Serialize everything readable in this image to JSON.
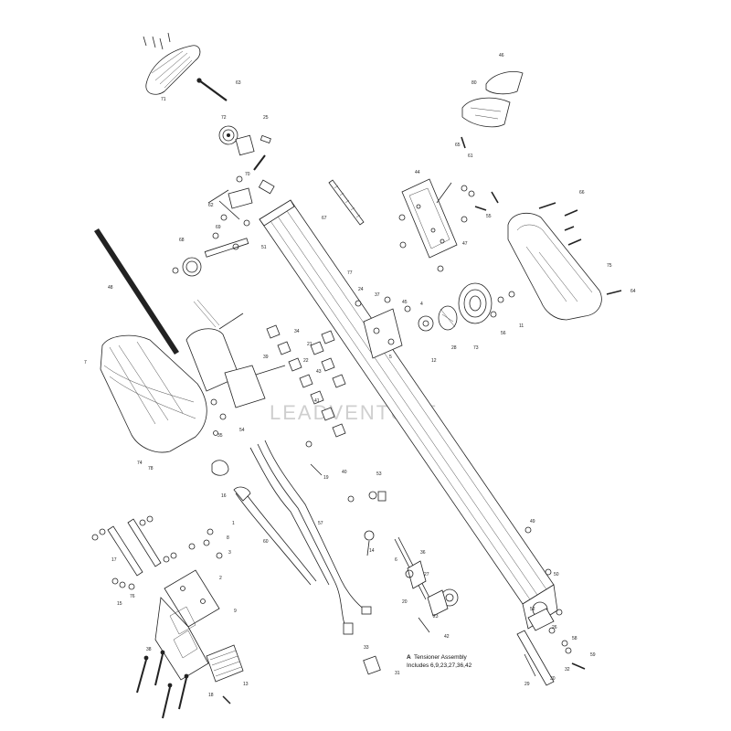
{
  "watermark": "LEADVENTURE",
  "note": {
    "marker": "A",
    "title": "Tensioner Assembly",
    "includes": "Includes 6,9,23,27,36,42"
  },
  "callouts": {
    "c71": "71",
    "c63": "63",
    "c72": "72",
    "c25": "25",
    "c46": "46",
    "c80": "80",
    "c65": "65",
    "c61": "61",
    "c44": "44",
    "c37": "37",
    "c45": "45",
    "c5": "5",
    "c4": "4",
    "c62": "62",
    "c67": "67",
    "c55": "55",
    "c73": "73",
    "c66": "66",
    "c47": "47",
    "c24": "24",
    "c28": "28",
    "c12": "12",
    "c56": "56",
    "c9": "9",
    "c19": "19",
    "c58": "58",
    "c7": "7",
    "c39": "39",
    "c32": "32",
    "c33": "33",
    "c29": "29",
    "c11": "11",
    "c20": "20",
    "c17": "17",
    "c16": "16",
    "c48": "48",
    "c54": "54",
    "c36": "36",
    "c22": "22",
    "c42": "42",
    "c21": "21",
    "c43": "43",
    "c40": "40",
    "c41": "41",
    "c2": "2",
    "c3": "3",
    "c6": "6",
    "c8": "8",
    "c15": "15",
    "c18": "18",
    "c23": "23",
    "c27": "27",
    "c35": "35",
    "c38": "38",
    "c53": "53",
    "c57": "57",
    "c59": "59",
    "c1": "1",
    "c13": "13",
    "c14": "14",
    "c26": "26",
    "c30": "30",
    "c31": "31",
    "c34": "34",
    "c49": "49",
    "c50": "50",
    "c51": "51",
    "c52": "52",
    "c60": "60",
    "c64": "64",
    "c68": "68",
    "c69": "69",
    "c70": "70",
    "c74": "74",
    "c75": "75",
    "c76": "76",
    "c77": "77",
    "c78": "78"
  }
}
